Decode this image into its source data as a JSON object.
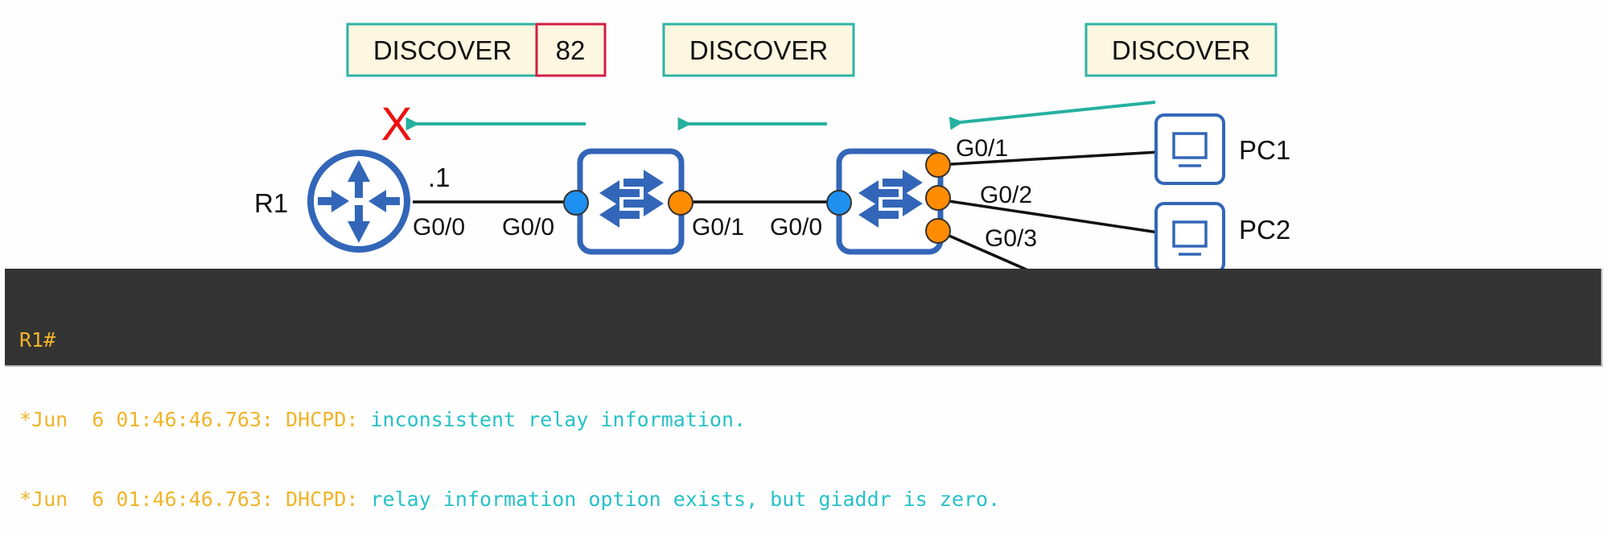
{
  "colors": {
    "device_blue": "#3366b8",
    "port_blue": "#1e90f0",
    "port_orange": "#ff8c00",
    "arrow_teal": "#26b09f",
    "packet_fill": "#fdf6e0",
    "packet_border": "#2fb3a6",
    "option82_border": "#d21f45",
    "drop_x": "#ee1111",
    "terminal_bg": "#333333",
    "terminal_yellow": "#f0b429",
    "terminal_cyan": "#27c1c7"
  },
  "packets": [
    {
      "label": "DISCOVER",
      "option": "82"
    },
    {
      "label": "DISCOVER"
    },
    {
      "label": "DISCOVER"
    }
  ],
  "drop_marker": "X",
  "devices": {
    "router": {
      "name": "R1",
      "ip_suffix": ".1",
      "port": "G0/0",
      "icon": "router-icon"
    },
    "switch1": {
      "port_left": "G0/0",
      "port_right": "G0/1",
      "icon": "switch-icon"
    },
    "switch2": {
      "port_left": "G0/0",
      "ports_right": [
        "G0/1",
        "G0/2",
        "G0/3"
      ],
      "icon": "switch-icon"
    },
    "pcs": [
      {
        "name": "PC1",
        "icon": "pc-icon"
      },
      {
        "name": "PC2",
        "icon": "pc-icon"
      }
    ]
  },
  "terminal": {
    "prompt": "R1#",
    "lines": [
      {
        "timestamp": "*Jun  6 01:46:46.763: DHCPD:",
        "message": " inconsistent relay information."
      },
      {
        "timestamp": "*Jun  6 01:46:46.763: DHCPD:",
        "message": " relay information option exists, but giaddr is zero."
      }
    ]
  }
}
